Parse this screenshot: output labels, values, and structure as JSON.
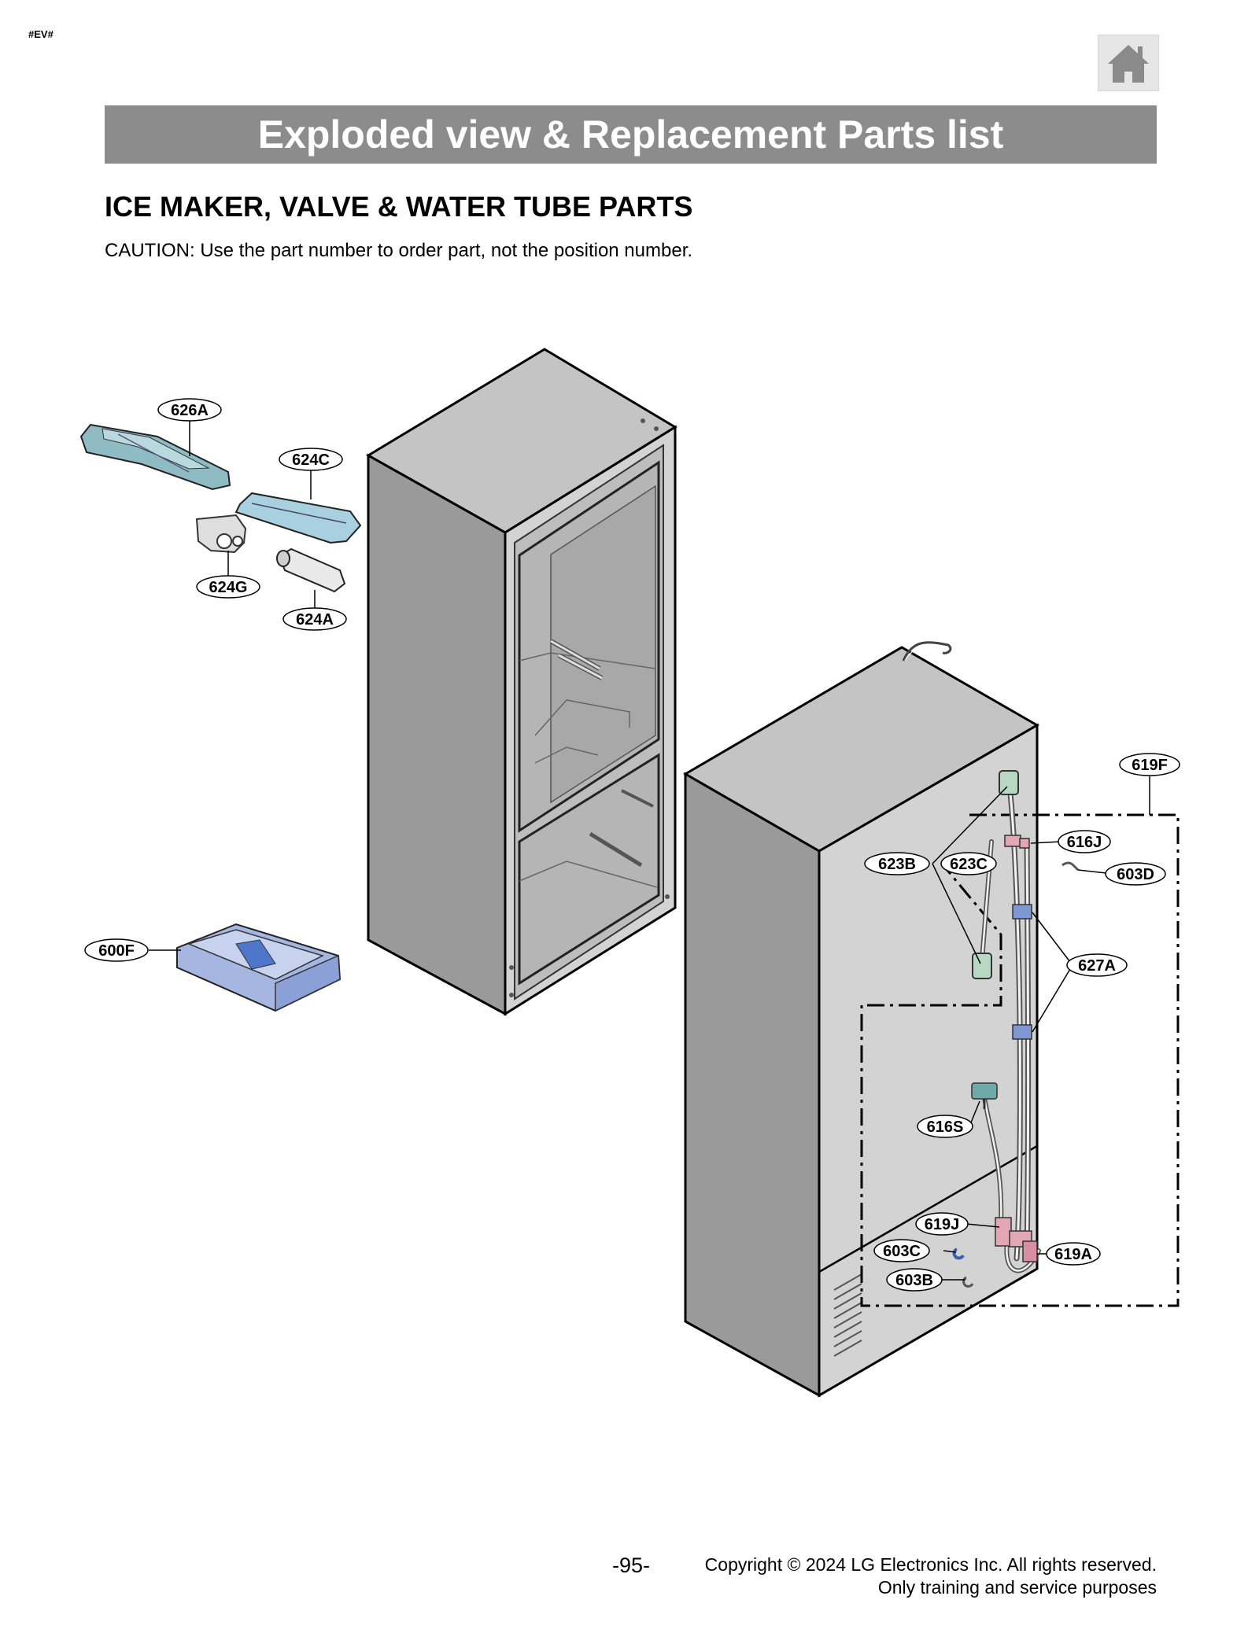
{
  "page": {
    "tag": "#EV#",
    "banner_title": "Exploded view & Replacement Parts list",
    "section_title": "ICE MAKER, VALVE & WATER TUBE PARTS",
    "caution": "CAUTION: Use the part number to order part, not the position number.",
    "page_number": "-95-",
    "copyright_line1": "Copyright © 2024 LG Electronics Inc. All rights reserved.",
    "copyright_line2": "Only training and service purposes",
    "home_icon": "home-icon"
  },
  "callouts": {
    "c626A": "626A",
    "c624C": "624C",
    "c624G": "624G",
    "c624A": "624A",
    "c600F": "600F",
    "c619F": "619F",
    "c616J": "616J",
    "c603D": "603D",
    "c623B": "623B",
    "c623C": "623C",
    "c627A": "627A",
    "c616S": "616S",
    "c619J": "619J",
    "c603C": "603C",
    "c619A": "619A",
    "c603B": "603B"
  },
  "colors": {
    "banner": "#8c8c8c",
    "cabinet_side": "#9a9a9a",
    "cabinet_top": "#c4c4c4",
    "cabinet_back": "#d3d3d3",
    "ice_tray": "#8fbcc4",
    "ice_cover": "#a9d0df",
    "ice_bucket": "#a5b6e0",
    "valve_pink": "#e3a6b5",
    "clamp_blue": "#7f97d3",
    "sensor_green": "#b7d8c2"
  }
}
